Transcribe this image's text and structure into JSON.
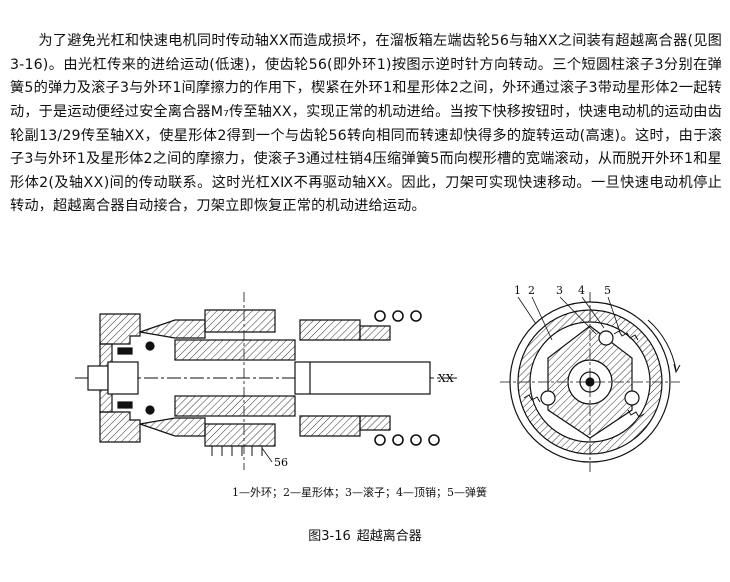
{
  "paragraph": "为了避免光杠和快速电机同时传动轴ⅩⅩ而造成损坏，在溜板箱左端齿轮56与轴ⅩⅩ之间装有超越离合器(见图3-16)。由光杠传来的进给运动(低速)，使齿轮56(即外环1)按图示逆时针方向转动。三个短圆柱滚子3分别在弹簧5的弹力及滚子3与外环1间摩擦力的作用下，楔紧在外环1和星形体2之间，外环通过滚子3带动星形体2一起转动，于是运动便经过安全离合器M₇传至轴ⅩⅩ，实现正常的机动进给。当按下快移按钮时，快速电动机的运动由齿轮副13/29传至轴ⅩⅩ，使星形体2得到一个与齿轮56转向相同而转速却快得多的旋转运动(高速)。这时，由于滚子3与外环1及星形体2之间的摩擦力，使滚子3通过柱销4压缩弹簧5而向楔形槽的宽端滚动，从而脱开外环1和星形体2(及轴ⅩⅩ)间的传动联系。这时光杠ⅩⅨ不再驱动轴ⅩⅩ。因此，刀架可实现快速移动。一旦快速电动机停止转动，超越离合器自动接合，刀架立即恢复正常的机动进给运动。",
  "figure": {
    "shaft_label": "XX",
    "gear_label": "56",
    "part_numbers": [
      "1",
      "2",
      "3",
      "4",
      "5"
    ],
    "legend": "1—外环；2—星形体；3—滚子；4—顶销；5—弹簧",
    "caption_number": "图3-16",
    "caption_title": "超越离合器"
  },
  "colors": {
    "ink": "#111111",
    "hatch": "#333333",
    "background": "#ffffff"
  }
}
